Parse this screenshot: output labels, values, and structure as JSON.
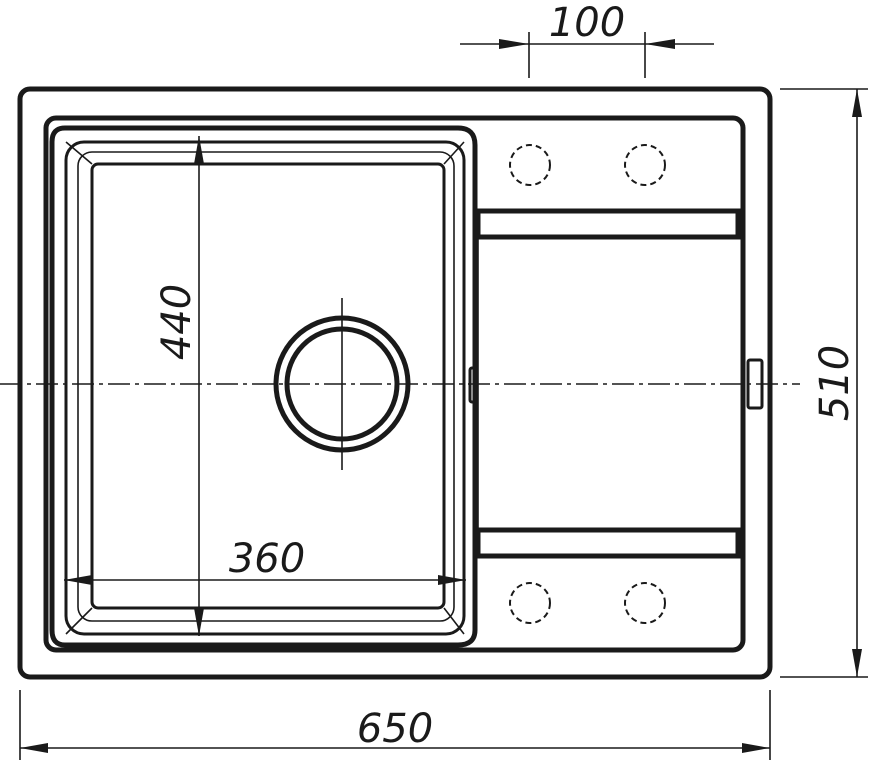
{
  "dimensions": {
    "overall_width": "650",
    "overall_height": "510",
    "bowl_width": "360",
    "bowl_height": "440",
    "tap_hole_spacing": "100"
  }
}
